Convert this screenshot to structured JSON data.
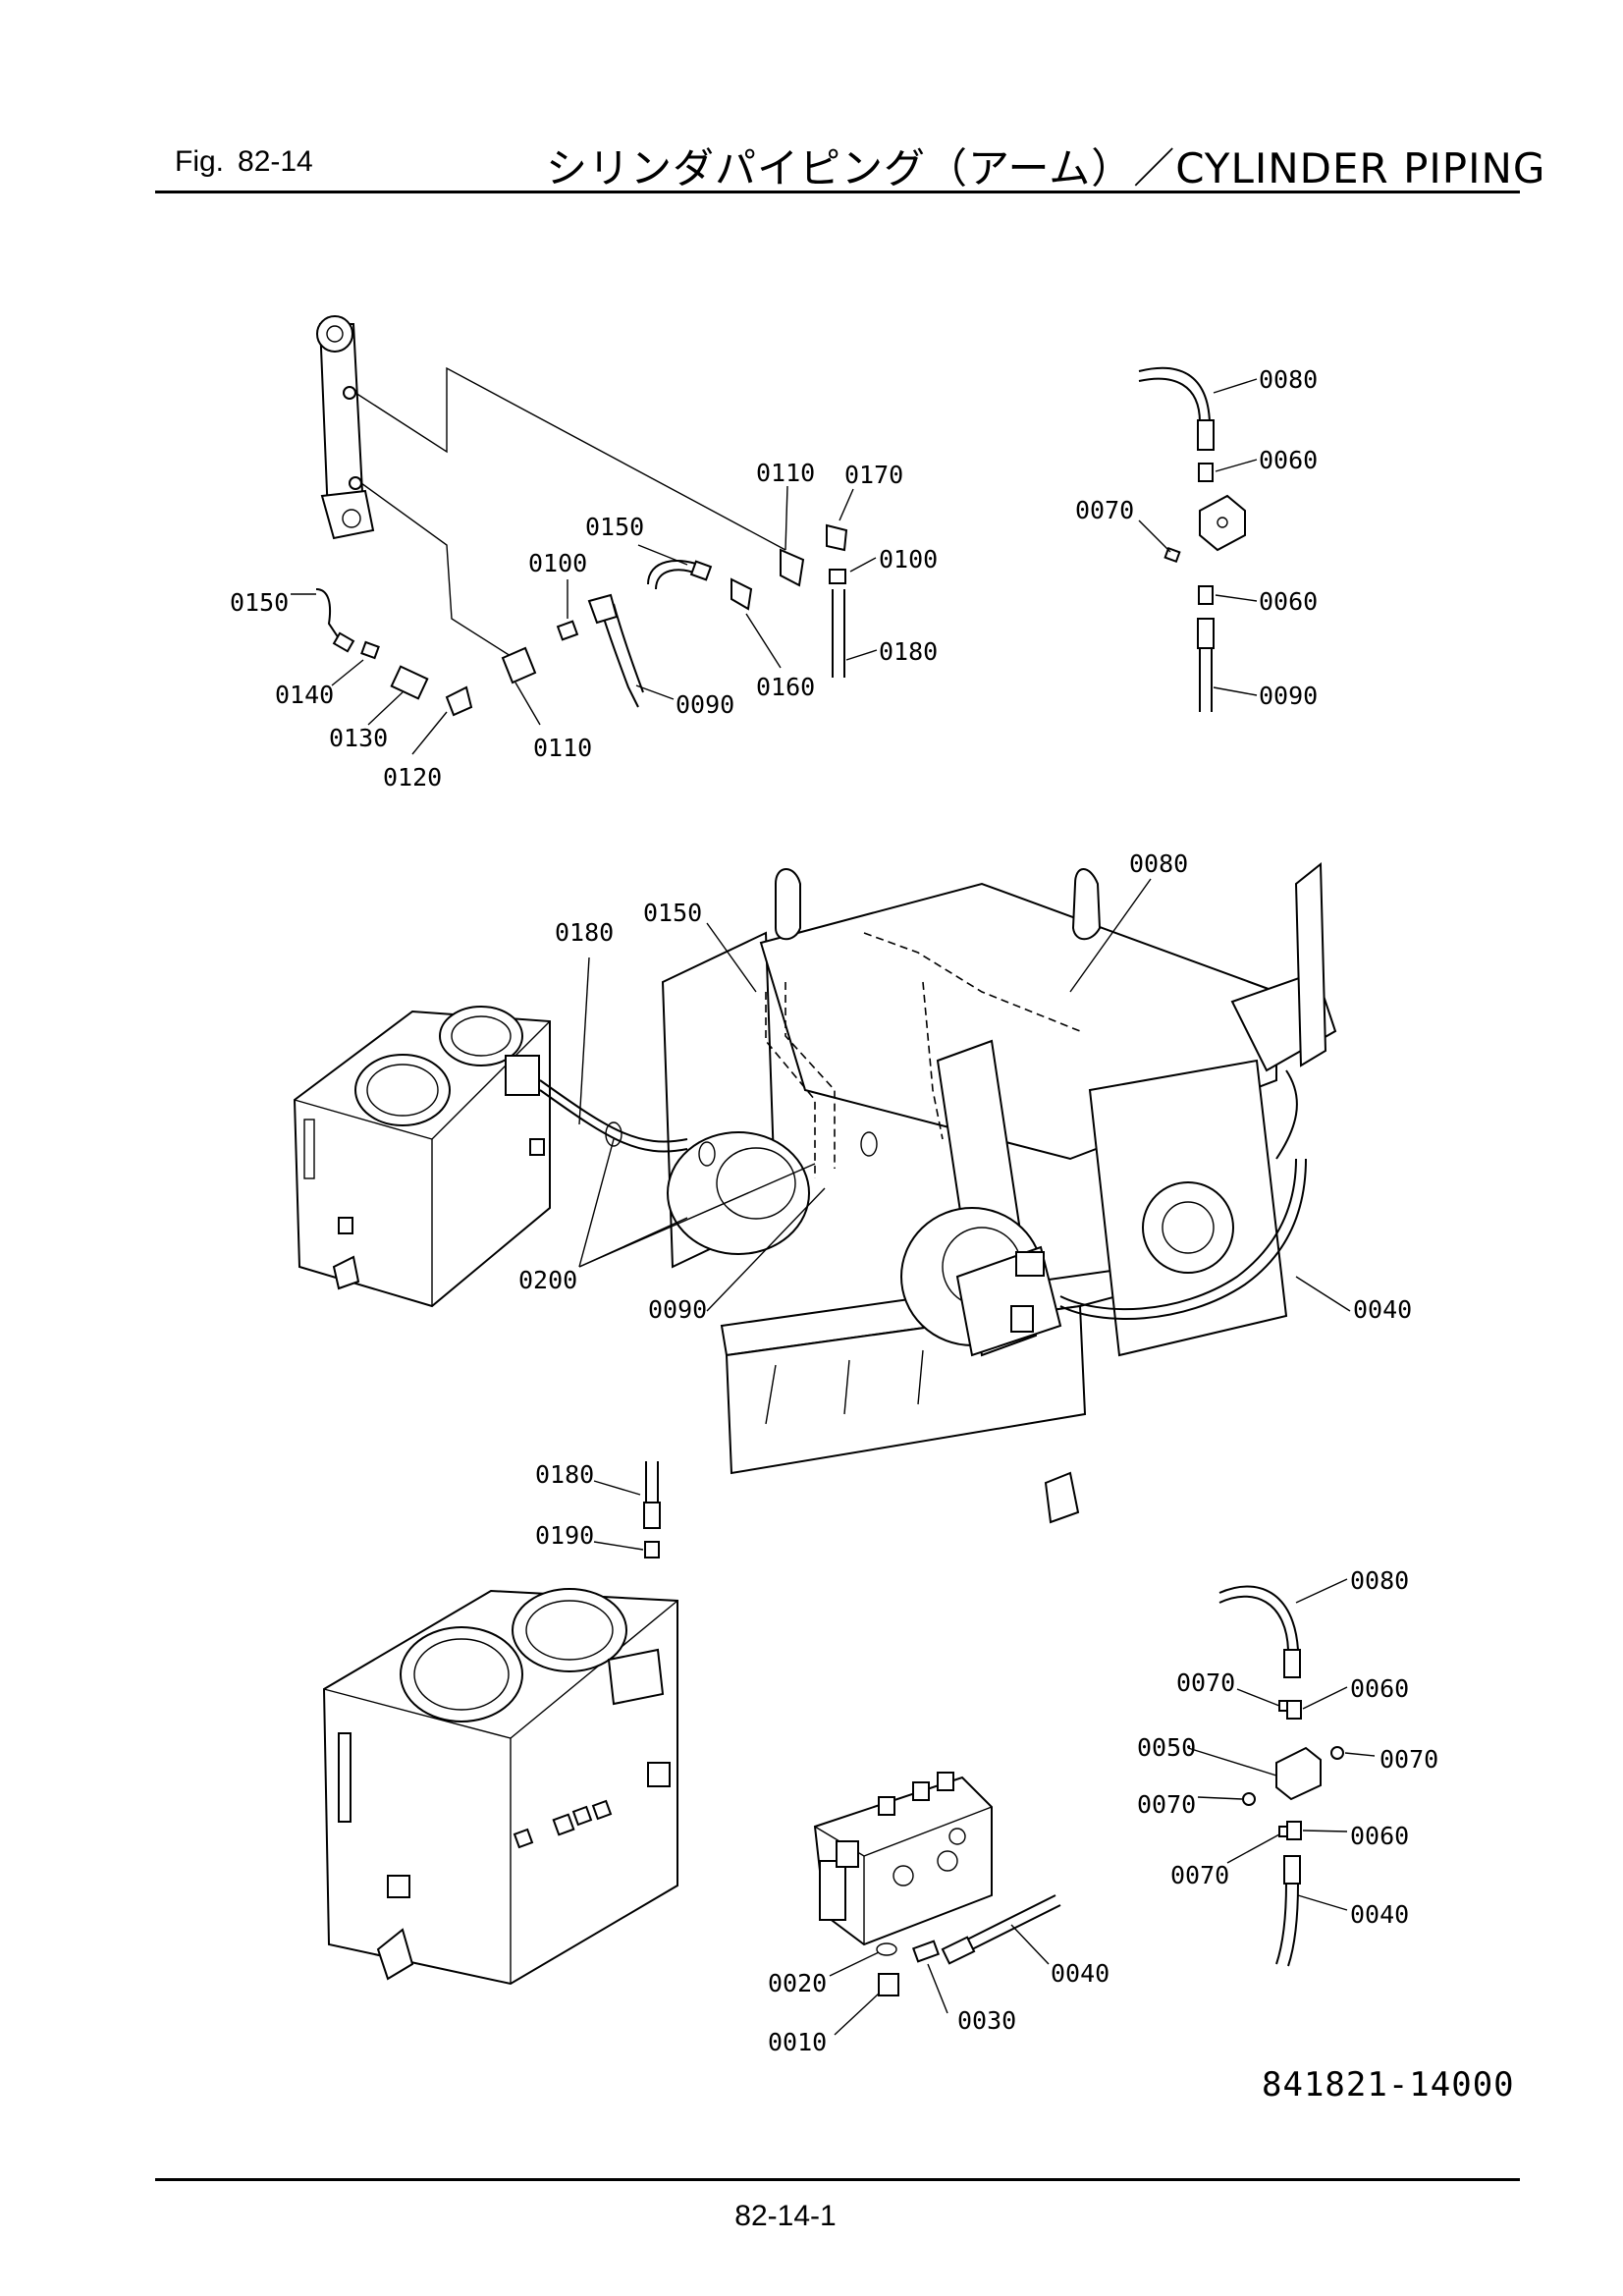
{
  "header": {
    "fig_prefix": "Fig.",
    "fig_number": "82-14",
    "title": "シリンダパイピング（アーム）／CYLINDER PIPING"
  },
  "drawing_number": "841821-14000",
  "page_number": "82-14-1",
  "callouts": {
    "top_left": [
      "0150",
      "0140",
      "0130",
      "0120",
      "0110",
      "0100",
      "0150",
      "0110",
      "0170",
      "0100",
      "0160",
      "0090",
      "0180"
    ],
    "top_right": [
      "0080",
      "0060",
      "0070",
      "0060",
      "0090"
    ],
    "middle": [
      "0180",
      "0150",
      "0080",
      "0200",
      "0090",
      "0040"
    ],
    "bottom_left": [
      "0180",
      "0190"
    ],
    "bottom_valve": [
      "0020",
      "0010",
      "0030",
      "0040"
    ],
    "bottom_right": [
      "0080",
      "0070",
      "0060",
      "0050",
      "0070",
      "0070",
      "0060",
      "0070",
      "0040"
    ]
  }
}
